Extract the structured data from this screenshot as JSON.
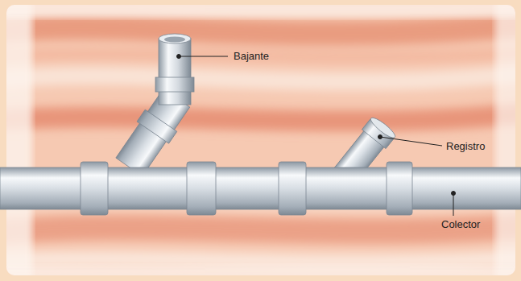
{
  "diagram": {
    "labels": [
      "Bajante",
      "Registro",
      "Colector"
    ]
  }
}
